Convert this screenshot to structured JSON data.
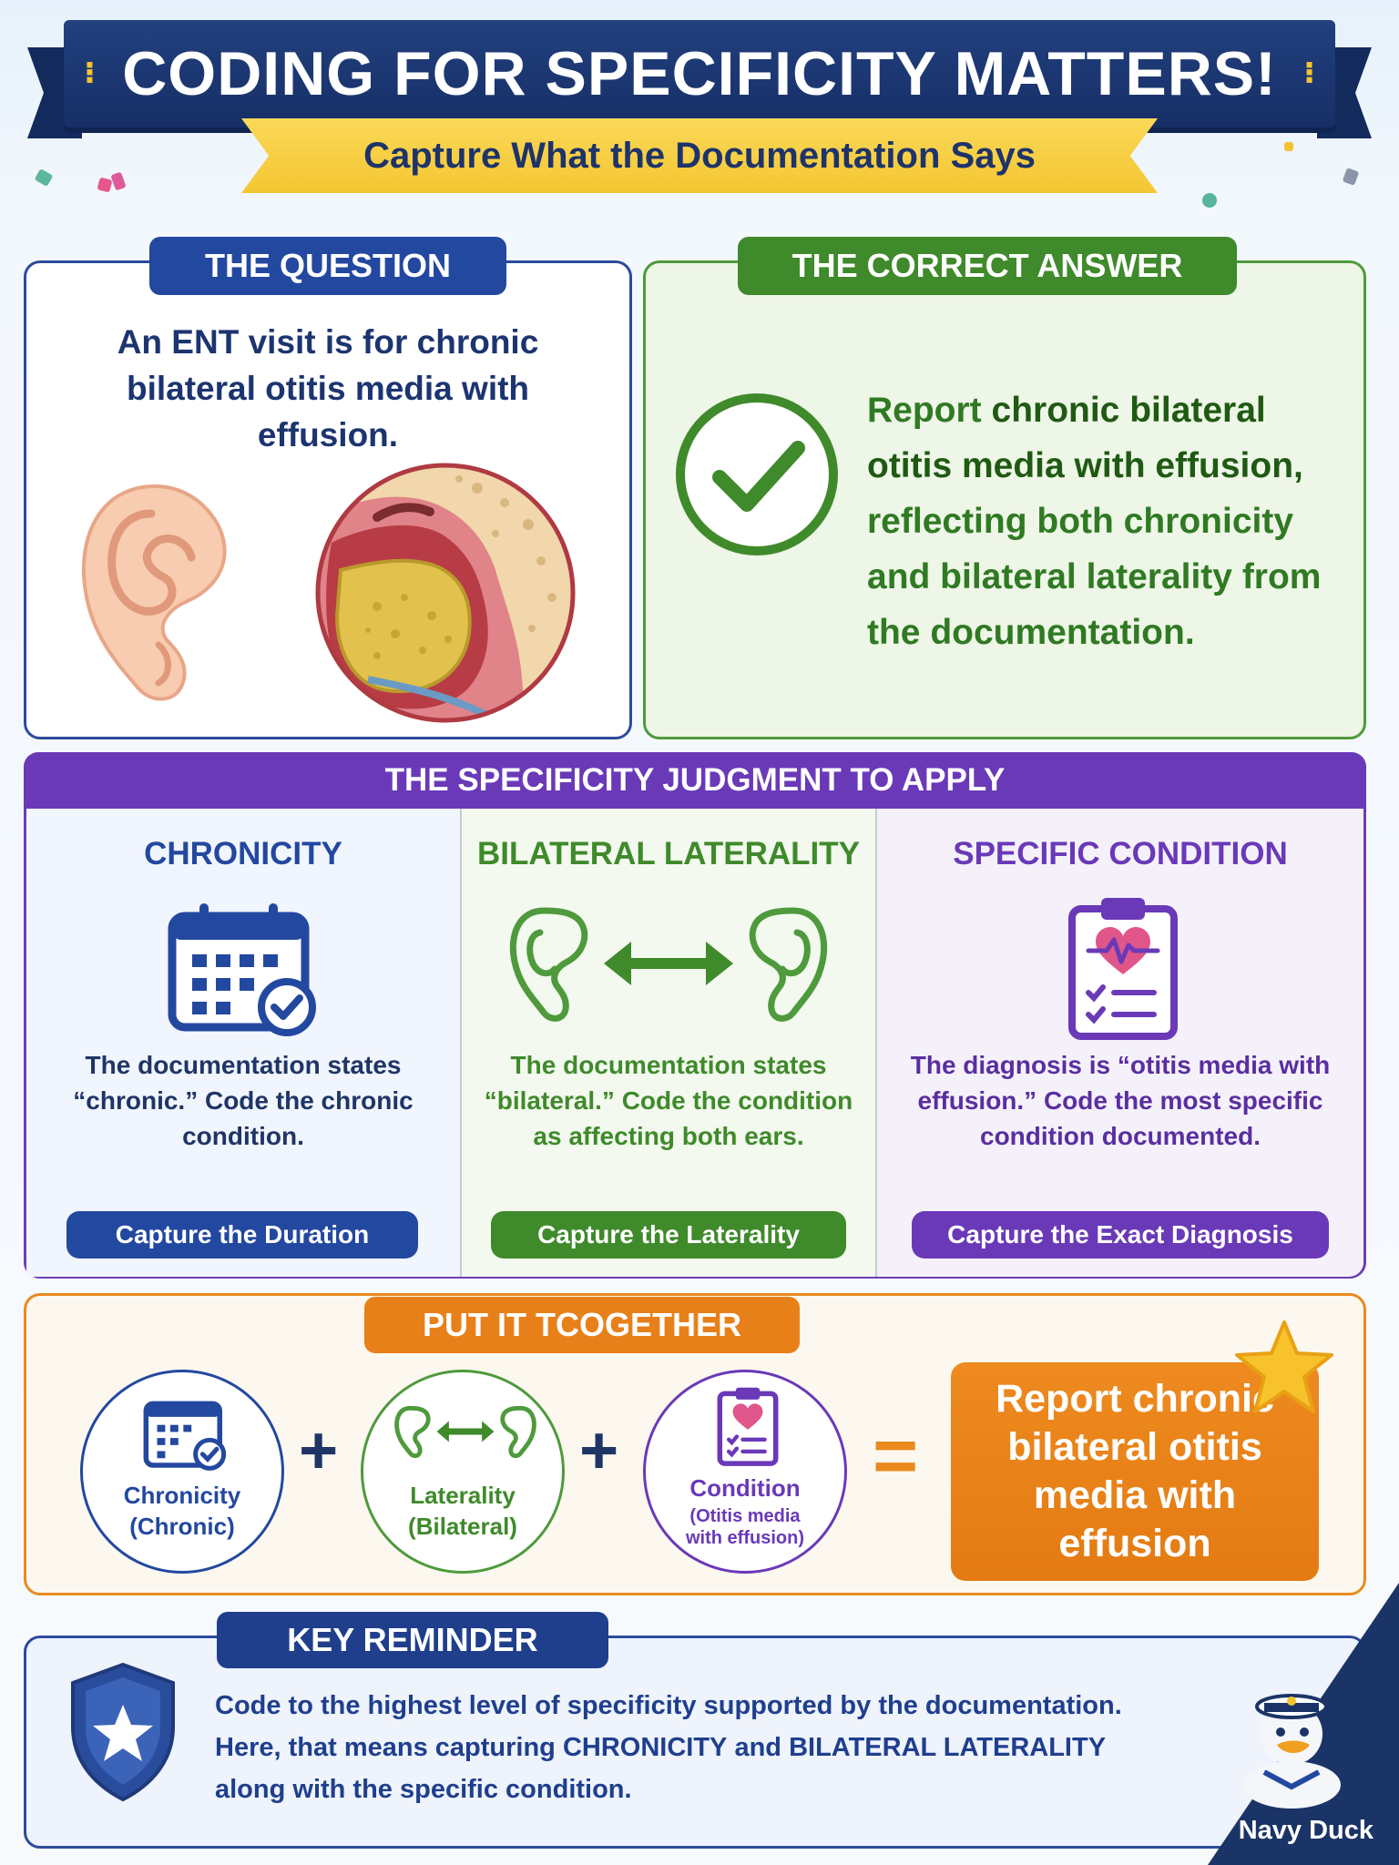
{
  "header": {
    "title": "CODING FOR SPECIFICITY MATTERS!",
    "subtitle": "Capture What the Documentation Says"
  },
  "question": {
    "label": "THE QUESTION",
    "text": "An ENT visit is for chronic bilateral otitis media with effusion."
  },
  "answer": {
    "label": "THE CORRECT ANSWER",
    "prefix": "Report ",
    "bold": "chronic bilateral otitis media with effusion,",
    "rest": " reflecting both chronicity and bilateral laterality from the documentation."
  },
  "judgment": {
    "header": "THE SPECIFICITY JUDGMENT TO APPLY",
    "columns": [
      {
        "title": "CHRONICITY",
        "desc": "The documentation states “chronic.” Code the chronic condition.",
        "pill": "Capture the Duration",
        "icon": "calendar-check-icon"
      },
      {
        "title": "BILATERAL LATERALITY",
        "desc": "The documentation states “bilateral.” Code the condition as affecting both ears.",
        "pill": "Capture the Laterality",
        "icon": "two-ears-icon"
      },
      {
        "title": "SPECIFIC CONDITION",
        "desc": "The diagnosis is “otitis media with effusion.” Code the most specific condition documented.",
        "pill": "Capture the Exact Diagnosis",
        "icon": "clipboard-heart-icon"
      }
    ]
  },
  "together": {
    "label": "PUT IT TCOGETHER",
    "items": [
      {
        "title": "Chronicity",
        "sub": "(Chronic)"
      },
      {
        "title": "Laterality",
        "sub": "(Bilateral)"
      },
      {
        "title": "Condition",
        "sub": "(Otitis media with effusion)"
      }
    ],
    "result": "Report chronic bilateral otitis media with effusion"
  },
  "reminder": {
    "label": "KEY REMINDER",
    "line1": "Code to the highest level of specificity supported by the documentation.",
    "line2_pre": "Here, that means capturing ",
    "line2_b1": "CHRONICITY",
    "line2_mid": " and ",
    "line2_b2": "BILATERAL LATERALITY",
    "line3": "along with the specific condition."
  },
  "brand": {
    "name": "Navy Duck"
  },
  "colors": {
    "navy": "#1f3f8d",
    "green": "#3f8a2b",
    "purple": "#6a39b8",
    "orange": "#e8801a",
    "yellow": "#f4c632"
  }
}
